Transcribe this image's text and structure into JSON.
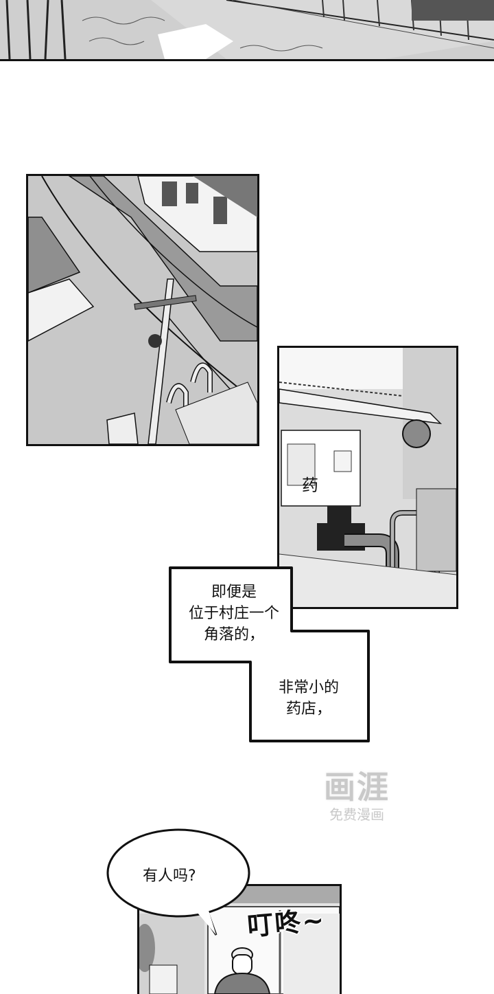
{
  "page": {
    "title": "Manhwa page — village pharmacy",
    "colors": {
      "ink": "#111111",
      "paper": "#ffffff",
      "tone_light": "#d4d4d4",
      "tone_mid": "#a8a8a8",
      "tone_dark": "#7a7a7a"
    }
  },
  "panels": [
    {
      "id": "top-landscape",
      "description": "Riverside landscape with trees and embankment"
    },
    {
      "id": "street-overhead",
      "description": "Overhead view of a village street with utility pole and walled houses"
    },
    {
      "id": "pharmacy-front",
      "description": "Small pharmacy storefront with pipes and crates",
      "sign_text": "药"
    },
    {
      "id": "pharmacy-door",
      "description": "Man in a cap entering through the shop door"
    }
  ],
  "captions": {
    "first": {
      "lines": [
        "即便是",
        "位于村庄一个",
        "角落的，"
      ]
    },
    "second": {
      "lines": [
        "非常小的",
        "药店，"
      ]
    }
  },
  "speech_bubble": {
    "text": "有人吗?"
  },
  "sound_effect": {
    "text": "叮咚~"
  },
  "watermark": {
    "logo": "画涯",
    "subtitle": "免费漫画"
  }
}
